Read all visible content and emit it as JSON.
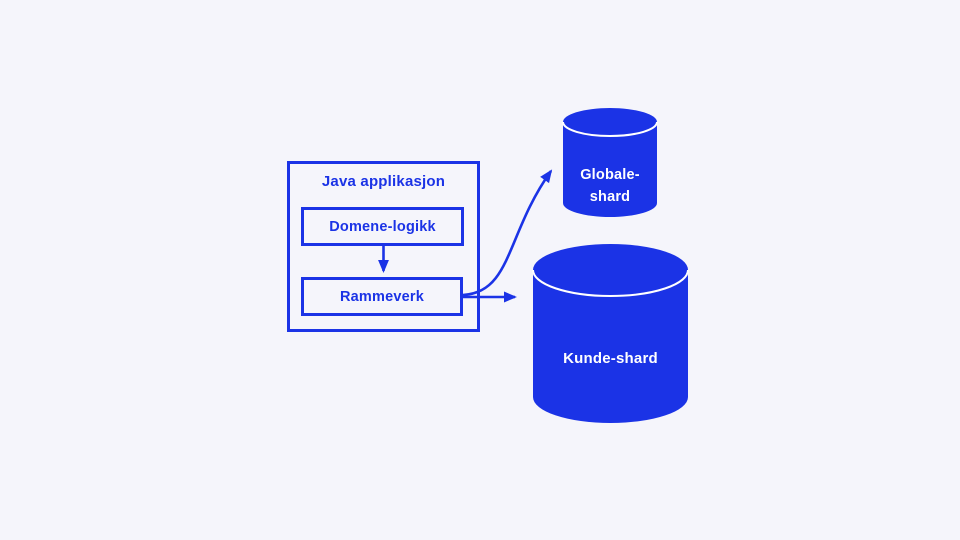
{
  "diagram": {
    "app_box": {
      "title": "Java applikasjon"
    },
    "nodes": {
      "domain_logic": {
        "label": "Domene-logikk"
      },
      "framework": {
        "label": "Rammeverk"
      },
      "global_shard": {
        "label_line1": "Globale-",
        "label_line2": "shard"
      },
      "customer_shard": {
        "label": "Kunde-shard"
      }
    },
    "edges": [
      {
        "from": "domain_logic",
        "to": "framework"
      },
      {
        "from": "framework",
        "to": "global_shard"
      },
      {
        "from": "framework",
        "to": "customer_shard"
      }
    ],
    "colors": {
      "primary_blue": "#1b33e6",
      "background": "#f5f5fb",
      "cylinder_text": "#ffffff"
    }
  }
}
